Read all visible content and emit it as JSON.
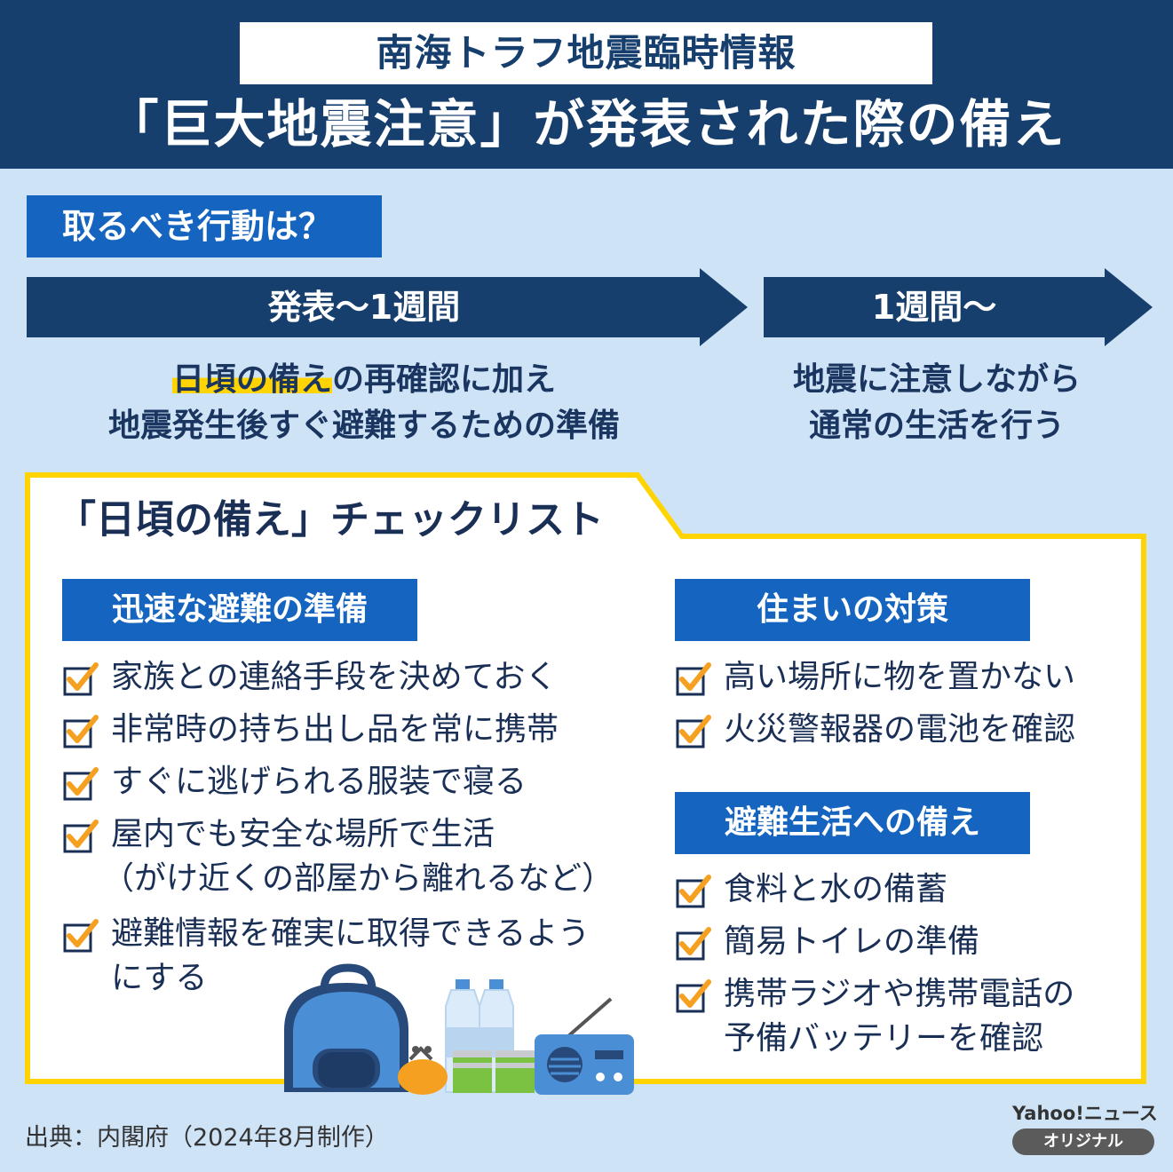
{
  "header": {
    "subtitle": "南海トラフ地震臨時情報",
    "title": "「巨大地震注意」が発表された際の備え"
  },
  "action_tag": "取るべき行動は？",
  "phases": [
    {
      "label": "発表〜1週間",
      "desc_highlight": "日頃の備え",
      "desc_line1_rest": "の再確認に加え",
      "desc_line2": "地震発生後すぐ避難するための準備"
    },
    {
      "label": "1週間〜",
      "desc_line1": "地震に注意しながら",
      "desc_line2": "通常の生活を行う"
    }
  ],
  "checklist": {
    "title": "「日頃の備え」チェックリスト",
    "categories": [
      {
        "name": "迅速な避難の準備",
        "items": [
          {
            "lines": [
              "家族との連絡手段を決めておく"
            ]
          },
          {
            "lines": [
              "非常時の持ち出し品を常に携帯"
            ]
          },
          {
            "lines": [
              "すぐに逃げられる服装で寝る"
            ]
          },
          {
            "lines": [
              "屋内でも安全な場所で生活",
              "（がけ近くの部屋から離れるなど）"
            ]
          },
          {
            "lines": [
              "避難情報を確実に取得できるよう",
              "にする"
            ]
          }
        ]
      },
      {
        "name": "住まいの対策",
        "items": [
          {
            "lines": [
              "高い場所に物を置かない"
            ]
          },
          {
            "lines": [
              "火災警報器の電池を確認"
            ]
          }
        ]
      },
      {
        "name": "避難生活への備え",
        "items": [
          {
            "lines": [
              "食料と水の備蓄"
            ]
          },
          {
            "lines": [
              "簡易トイレの準備"
            ]
          },
          {
            "lines": [
              "携帯ラジオや携帯電話の",
              "予備バッテリーを確認"
            ]
          }
        ]
      }
    ]
  },
  "source": "出典：内閣府（2024年8月制作）",
  "brand": {
    "name": "Yahoo!ニュース",
    "badge": "オリジナル"
  },
  "colors": {
    "navy": "#173f6e",
    "blue": "#1565c0",
    "background": "#cfe3f7",
    "yellow": "#ffd400",
    "check_orange": "#f5a020"
  },
  "icons": [
    "checkbox-icon",
    "backpack-icon",
    "water-bottle-icon",
    "coin-purse-icon",
    "canned-food-icon",
    "radio-icon"
  ]
}
